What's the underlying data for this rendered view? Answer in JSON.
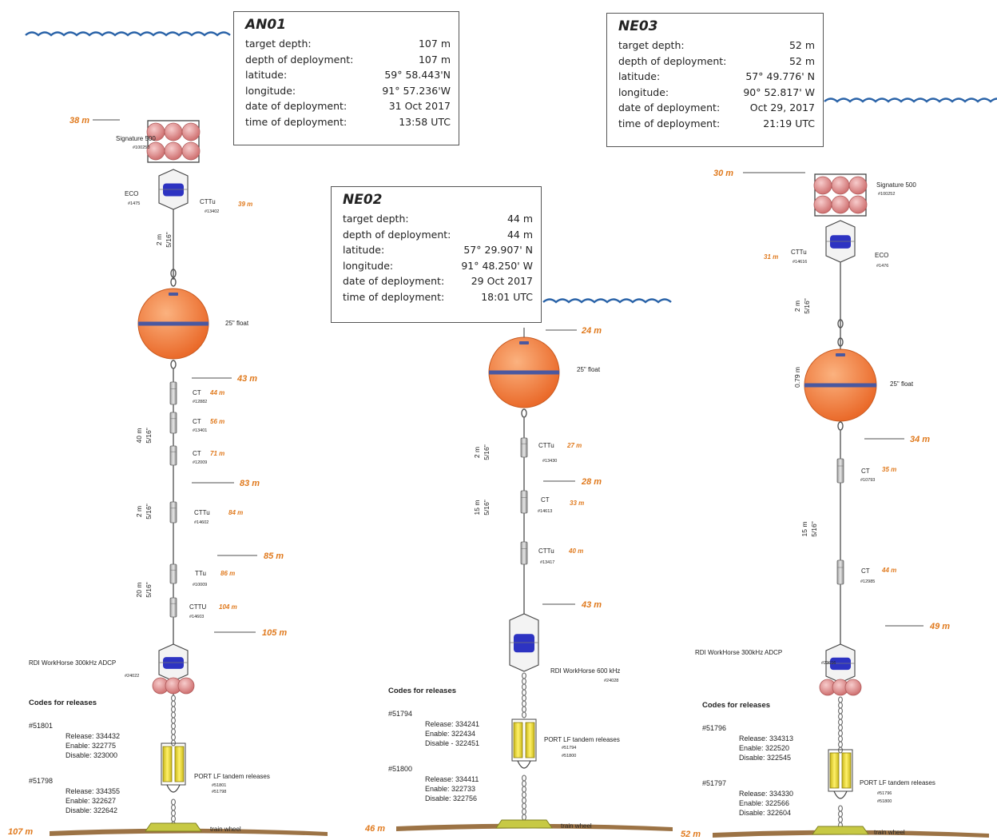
{
  "moorings": [
    {
      "id": "AN01",
      "info": [
        {
          "label": "target depth:",
          "value": "107 m"
        },
        {
          "label": "depth of deployment:",
          "value": "107 m"
        },
        {
          "label": "latitude:",
          "value": "59° 58.443'N"
        },
        {
          "label": "longitude:",
          "value": "91° 57.236'W"
        },
        {
          "label": "date of deployment:",
          "value": "31 Oct 2017"
        },
        {
          "label": "time of deployment:",
          "value": "13:58 UTC"
        }
      ],
      "top_depth": "38 m",
      "adcp_label": "Signature 500",
      "adcp_serial": "#100250",
      "eco_label": "ECO",
      "eco_serial": "#1475",
      "cttu_top_label": "CTTu",
      "cttu_top_serial": "#13402",
      "cttu_top_depth": "39 m",
      "line1_length": "2 m",
      "line1_size": "5/16\"",
      "float_label": "25\" float",
      "d43": "43 m",
      "line2_length": "40 m",
      "line2_size": "5/16\"",
      "ct1_label": "CT",
      "ct1_depth": "44 m",
      "ct1_serial": "#12882",
      "ct2_label": "CT",
      "ct2_depth": "56 m",
      "ct2_serial": "#13401",
      "ct3_label": "CT",
      "ct3_depth": "71 m",
      "ct3_serial": "#12009",
      "d83": "83 m",
      "line3_length": "2 m",
      "line3_size": "5/16\"",
      "cttu2_label": "CTTu",
      "cttu2_depth": "84 m",
      "cttu2_serial": "#14602",
      "d85": "85 m",
      "line4_length": "20 m",
      "line4_size": "5/16\"",
      "ttu_label": "TTu",
      "ttu_depth": "86 m",
      "ttu_serial": "#10009",
      "cttu3_label": "CTTU",
      "cttu3_depth": "104 m",
      "cttu3_serial": "#14603",
      "d105": "105 m",
      "rdi_label": "RDI WorkHorse 300kHz ADCP",
      "rdi_serial": "#24022",
      "codes_title": "Codes for releases",
      "codes": [
        {
          "id": "#51801",
          "lines": [
            "Release: 334432",
            "Enable: 322775",
            "Disable: 323000"
          ]
        },
        {
          "id": "#51798",
          "lines": [
            "Release: 334355",
            "Enable: 322627",
            "Disable: 322642"
          ]
        }
      ],
      "port_label": "PORT LF tandem releases",
      "port_serials": [
        "#51801",
        "#51798"
      ],
      "bottom_depth": "107 m",
      "anchor_label": "train wheel"
    },
    {
      "id": "NE02",
      "info": [
        {
          "label": "target depth:",
          "value": "44 m"
        },
        {
          "label": "depth of deployment:",
          "value": "44 m"
        },
        {
          "label": "latitude:",
          "value": "57° 29.907' N"
        },
        {
          "label": "longitude:",
          "value": "91° 48.250' W"
        },
        {
          "label": "date of deployment:",
          "value": "29 Oct 2017"
        },
        {
          "label": "time of deployment:",
          "value": "18:01 UTC"
        }
      ],
      "top_depth": "24 m",
      "float_label": "25\" float",
      "line1_length": "2 m",
      "line1_size": "5/16\"",
      "cttu1_label": "CTTu",
      "cttu1_depth": "27 m",
      "cttu1_serial": "#13430",
      "d28": "28 m",
      "line2_length": "15 m",
      "line2_size": "5/16\"",
      "ct_label": "CT",
      "ct_depth": "33 m",
      "ct_serial": "#14613",
      "cttu2_label": "CTTu",
      "cttu2_depth": "40 m",
      "cttu2_serial": "#13417",
      "d43": "43 m",
      "rdi_label": "RDI WorkHorse 600 kHz",
      "rdi_serial": "#24028",
      "codes_title": "Codes for releases",
      "codes": [
        {
          "id": "#51794",
          "lines": [
            "Release: 334241",
            "Enable: 322434",
            "Disable - 322451"
          ]
        },
        {
          "id": "#51800",
          "lines": [
            "Release: 334411",
            "Enable: 322733",
            "Disable: 322756"
          ]
        }
      ],
      "port_label": "PORT LF tandem releases",
      "port_serials": [
        "#51794",
        "#51800"
      ],
      "bottom_depth": "46 m",
      "anchor_label": "train wheel"
    },
    {
      "id": "NE03",
      "info": [
        {
          "label": "target depth:",
          "value": "52 m"
        },
        {
          "label": "depth of deployment:",
          "value": "52 m"
        },
        {
          "label": "latitude:",
          "value": "57° 49.776' N"
        },
        {
          "label": "longitude:",
          "value": "90° 52.817' W"
        },
        {
          "label": "date of deployment:",
          "value": "Oct 29, 2017"
        },
        {
          "label": "time of deployment:",
          "value": "21:19 UTC"
        }
      ],
      "top_depth": "30 m",
      "adcp_label": "Signature 500",
      "adcp_serial": "#100252",
      "cttu_label": "CTTu",
      "cttu_serial": "#14616",
      "cttu_depth": "31 m",
      "eco_label": "ECO",
      "eco_serial": "#1476",
      "line1_length": "2 m",
      "line1_size": "5/16\"",
      "line_float_length": "0.79 m",
      "float_label": "25\" float",
      "d34": "34 m",
      "line2_length": "15 m",
      "line2_size": "5/16\"",
      "ct1_label": "CT",
      "ct1_depth": "35 m",
      "ct1_serial": "#10793",
      "ct2_label": "CT",
      "ct2_depth": "44 m",
      "ct2_serial": "#12985",
      "d49": "49 m",
      "rdi_label": "RDI WorkHorse 300kHz ADCP",
      "rdi_serial": "#23616",
      "codes_title": "Codes for releases",
      "codes": [
        {
          "id": "#51796",
          "lines": [
            "Release: 334313",
            "Enable: 322520",
            "Disable: 322545"
          ]
        },
        {
          "id": "#51797",
          "lines": [
            "Release: 334330",
            "Enable: 322566",
            "Disable: 322604"
          ]
        }
      ],
      "port_label": "PORT LF tandem releases",
      "port_serials": [
        "#51796",
        "#51800"
      ],
      "bottom_depth": "52 m",
      "anchor_label": "train wheel"
    }
  ],
  "colors": {
    "water": "#2a63a8",
    "float": "#f07a3d",
    "float_band": "#4a58a0",
    "buoy": "#dc8c8c",
    "instrument_blue": "#2d33c2",
    "release_yellow": "#f2e133",
    "anchor": "#c7c944",
    "seabed": "#9c7345",
    "depth_text": "#e07a1e"
  }
}
